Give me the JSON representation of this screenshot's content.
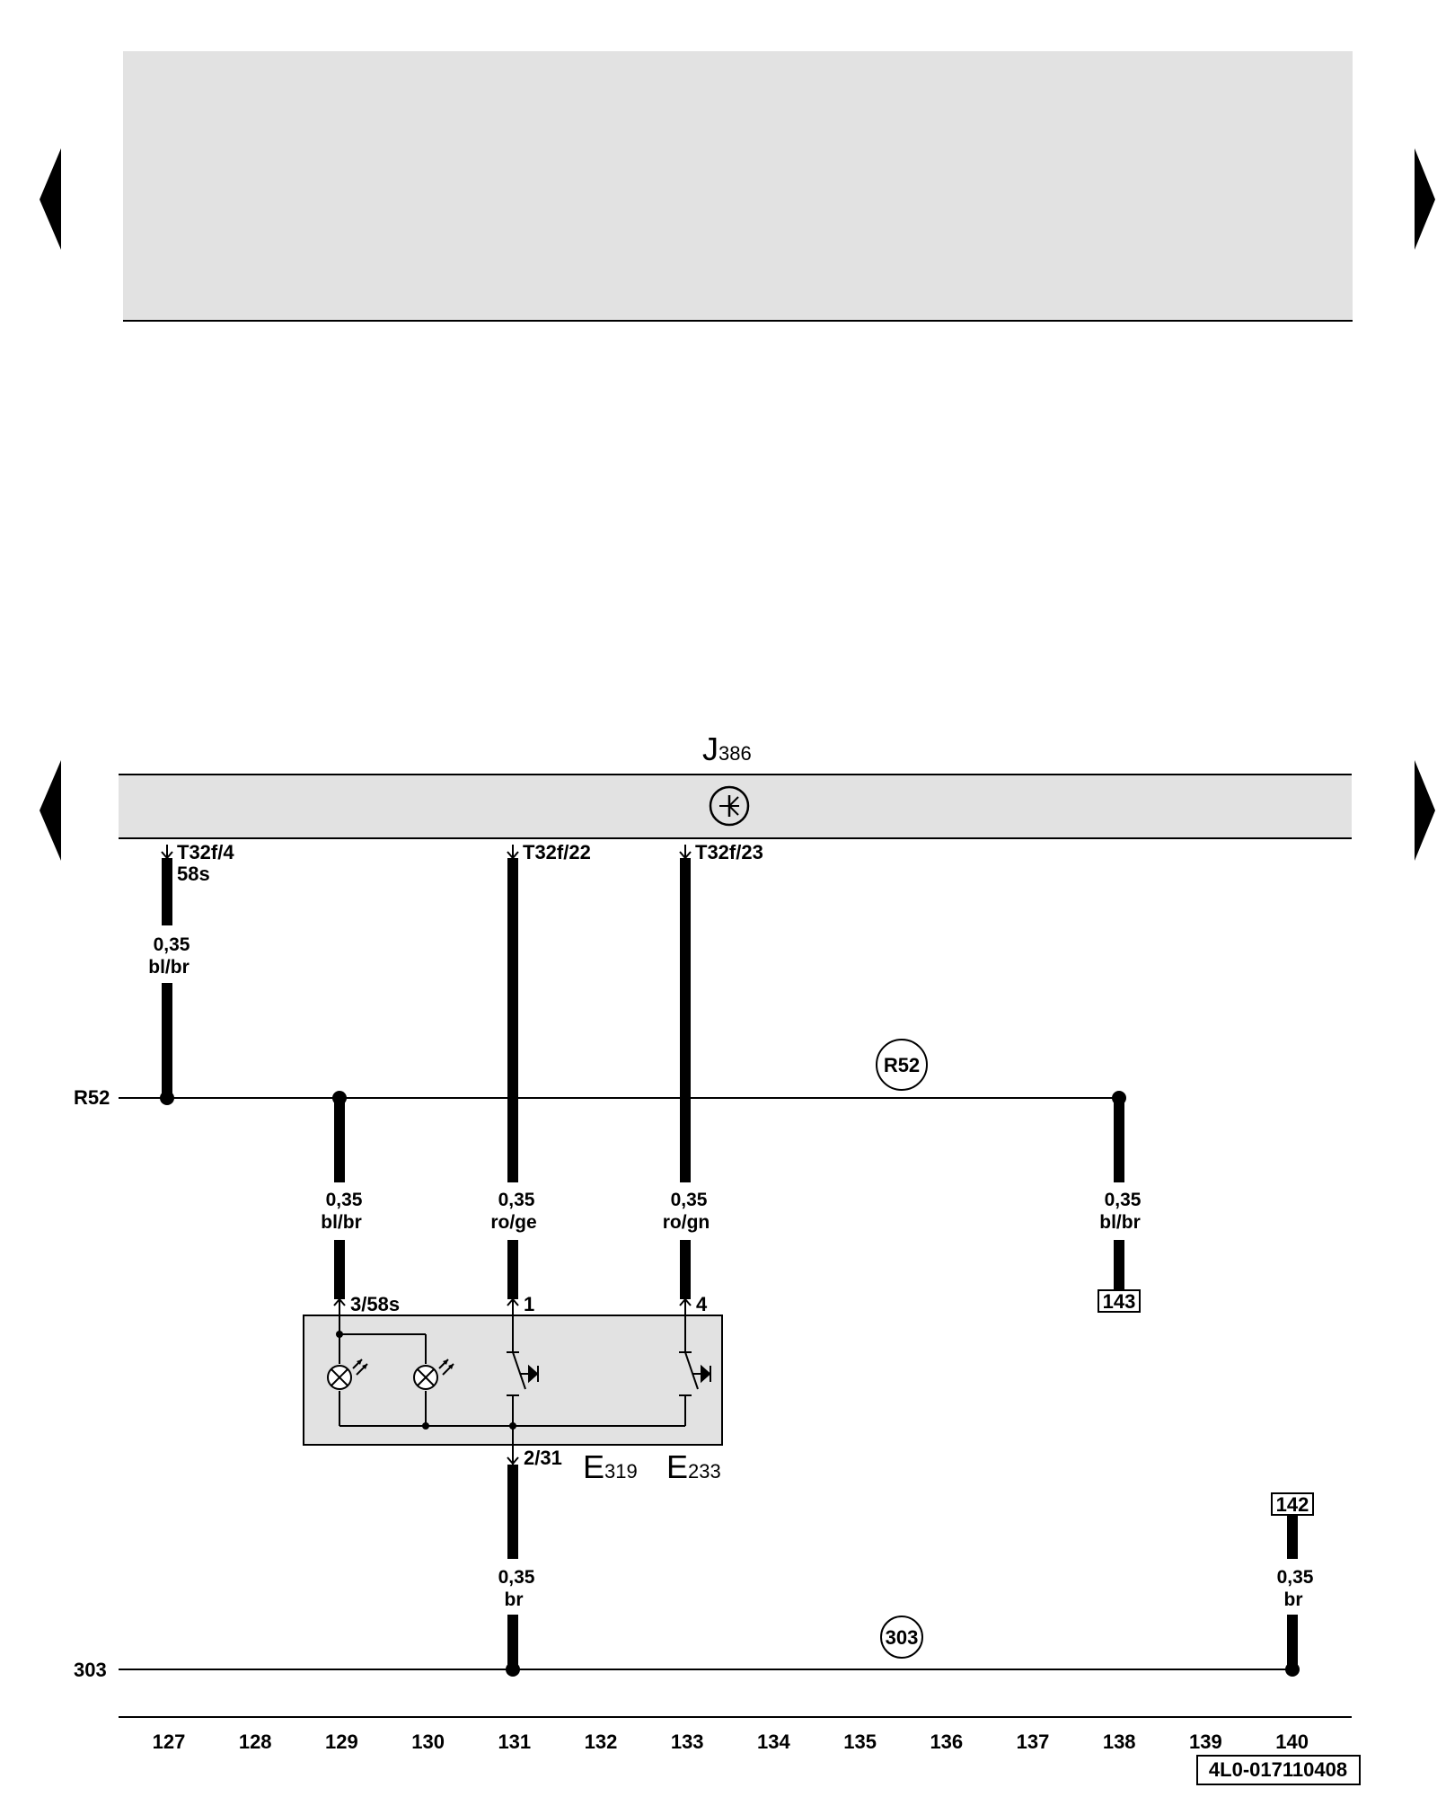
{
  "colors": {
    "panel": "#e2e2e2",
    "line": "#000000",
    "background": "#ffffff"
  },
  "component": {
    "main": "J",
    "main_sub": "386",
    "sw1": "E",
    "sw1_sub": "319",
    "sw2": "E",
    "sw2_sub": "233"
  },
  "connectors": {
    "t4": "T32f/4",
    "t4b": "58s",
    "t22": "T32f/22",
    "t23": "T32f/23",
    "p3": "3/58s",
    "p1": "1",
    "p4": "4",
    "p2": "2/31"
  },
  "wires": {
    "w1": {
      "gauge": "0,35",
      "color": "bl/br"
    },
    "w2": {
      "gauge": "0,35",
      "color": "bl/br"
    },
    "w3": {
      "gauge": "0,35",
      "color": "ro/ge"
    },
    "w4": {
      "gauge": "0,35",
      "color": "ro/gn"
    },
    "w5": {
      "gauge": "0,35",
      "color": "bl/br"
    },
    "w6": {
      "gauge": "0,35",
      "color": "br"
    },
    "w7": {
      "gauge": "0,35",
      "color": "br"
    }
  },
  "buses": {
    "r52_left": "R52",
    "r52_circle": "R52",
    "g303_left": "303",
    "g303_circle": "303"
  },
  "refs": {
    "ref143": "143",
    "ref142": "142"
  },
  "tracks": [
    "127",
    "128",
    "129",
    "130",
    "131",
    "132",
    "133",
    "134",
    "135",
    "136",
    "137",
    "138",
    "139",
    "140"
  ],
  "drawing_id": "4L0-017110408",
  "icons": {
    "nav_left": "triangle-left-icon",
    "nav_right": "triangle-right-icon"
  }
}
